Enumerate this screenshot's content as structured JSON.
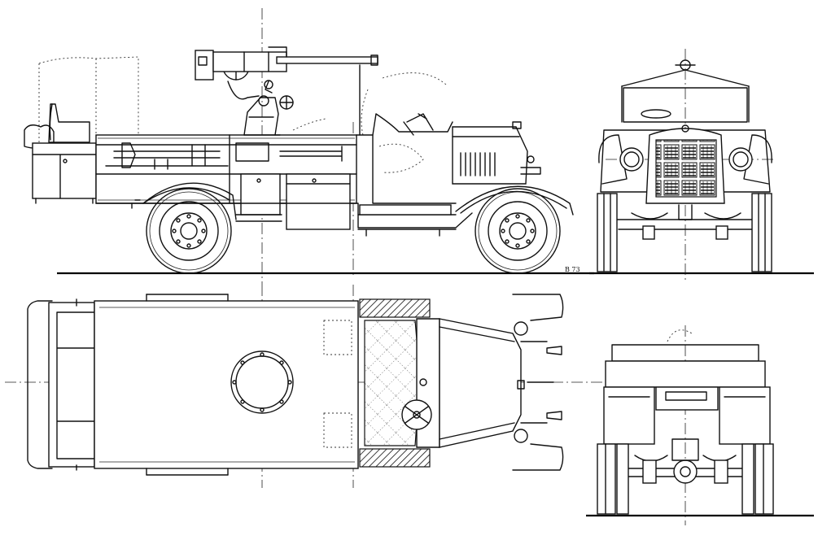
{
  "drawing": {
    "signature": "B 73",
    "views": [
      "side-view",
      "front-view",
      "top-view",
      "rear-view"
    ],
    "line_color": "#111111",
    "background": "#ffffff"
  }
}
